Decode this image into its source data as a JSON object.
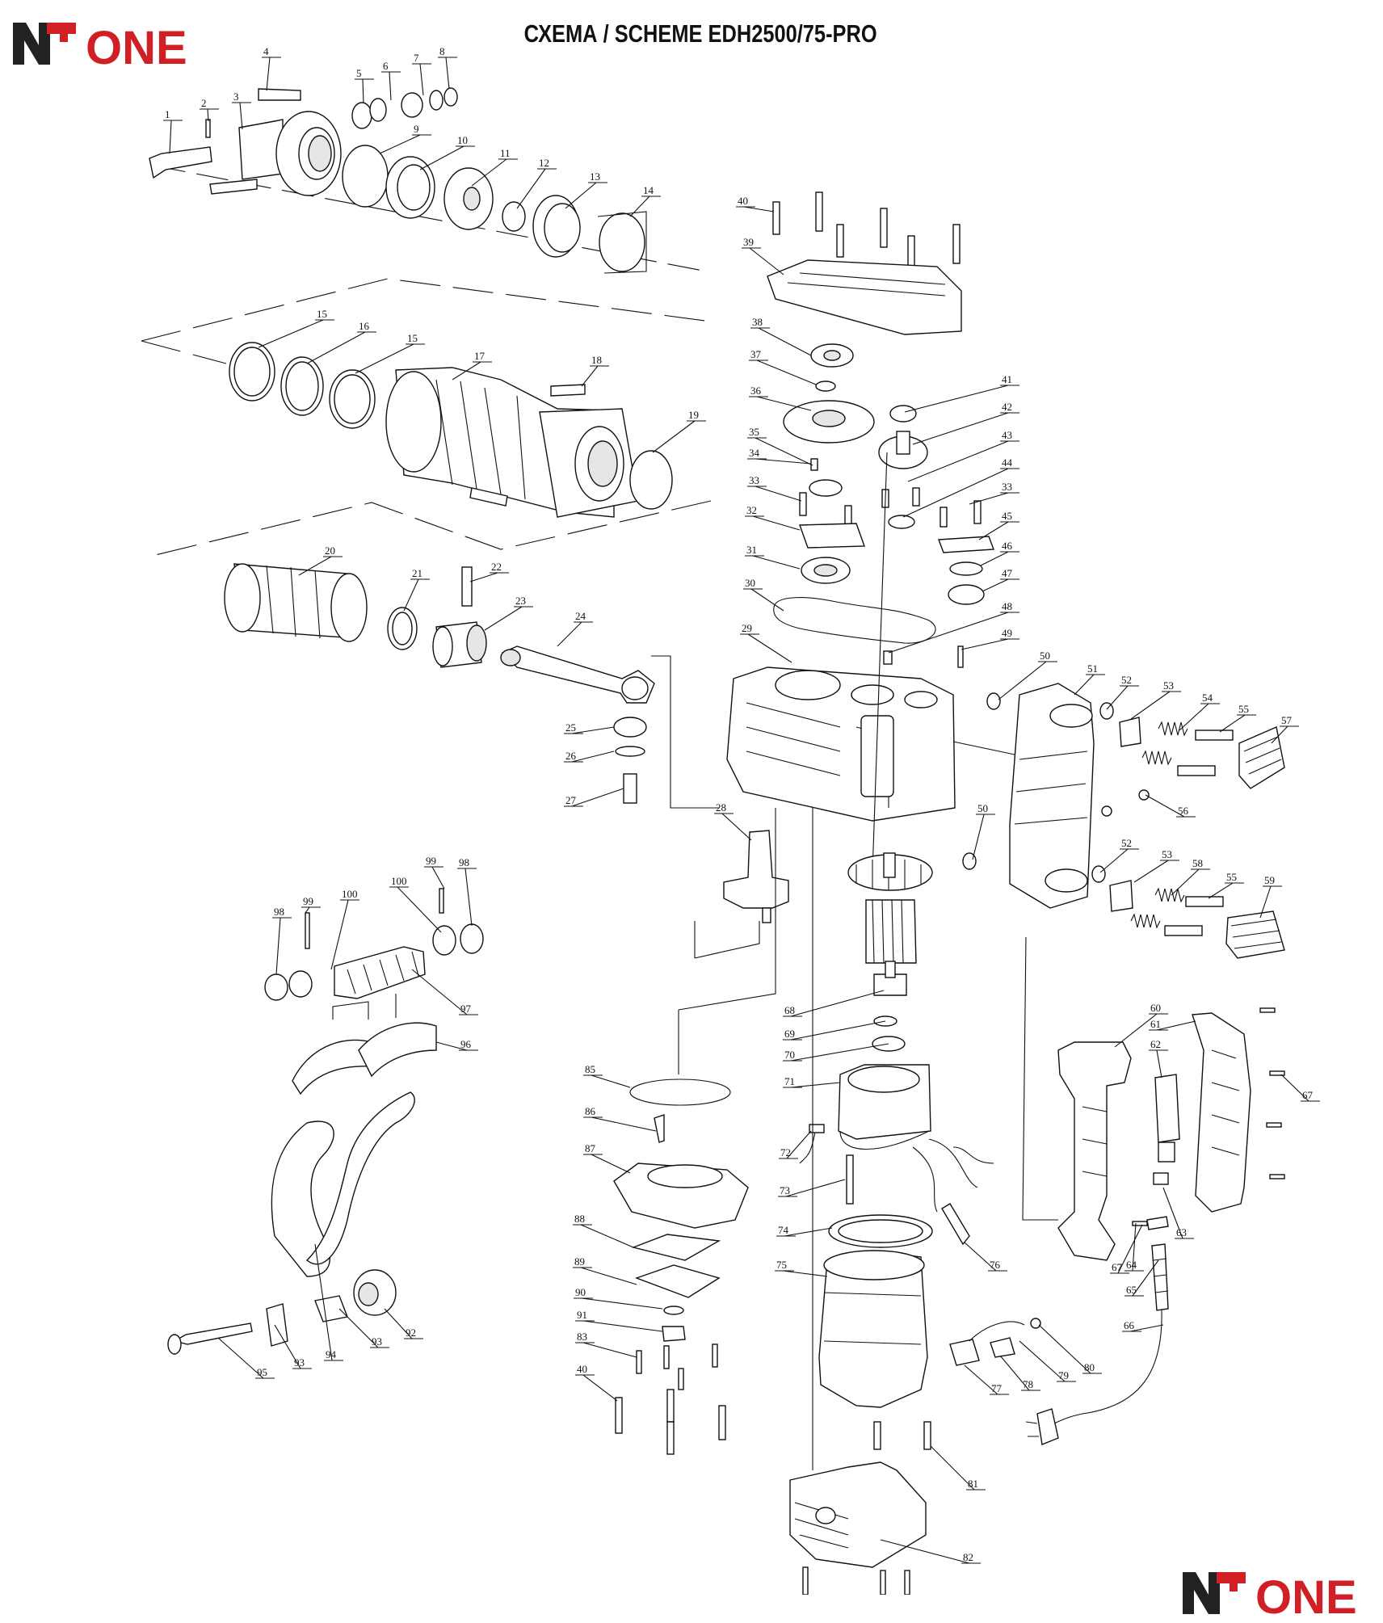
{
  "header": {
    "brand": "ONE",
    "brand_color": "#d11f26",
    "mark_color": "#222222",
    "title": "СХЕМА / SCHEME EDH2500/75-PRO"
  },
  "footer": {
    "brand": "ONE"
  },
  "callouts": [
    "1",
    "2",
    "3",
    "4",
    "5",
    "6",
    "7",
    "8",
    "9",
    "10",
    "11",
    "12",
    "13",
    "14",
    "15",
    "16",
    "15",
    "17",
    "18",
    "19",
    "20",
    "21",
    "22",
    "23",
    "24",
    "25",
    "26",
    "27",
    "28",
    "29",
    "30",
    "31",
    "32",
    "33",
    "34",
    "35",
    "36",
    "37",
    "38",
    "39",
    "40",
    "41",
    "42",
    "43",
    "44",
    "33",
    "45",
    "46",
    "47",
    "48",
    "49",
    "50",
    "51",
    "52",
    "53",
    "54",
    "55",
    "57",
    "56",
    "50",
    "52",
    "53",
    "58",
    "55",
    "59",
    "60",
    "61",
    "62",
    "67",
    "63",
    "64",
    "65",
    "66",
    "67",
    "68",
    "69",
    "70",
    "71",
    "72",
    "73",
    "74",
    "75",
    "76",
    "77",
    "78",
    "79",
    "80",
    "81",
    "82",
    "85",
    "86",
    "87",
    "88",
    "89",
    "90",
    "91",
    "83",
    "40",
    "98",
    "99",
    "100",
    "100",
    "99",
    "98",
    "97",
    "96",
    "95",
    "93",
    "94",
    "93",
    "92"
  ]
}
